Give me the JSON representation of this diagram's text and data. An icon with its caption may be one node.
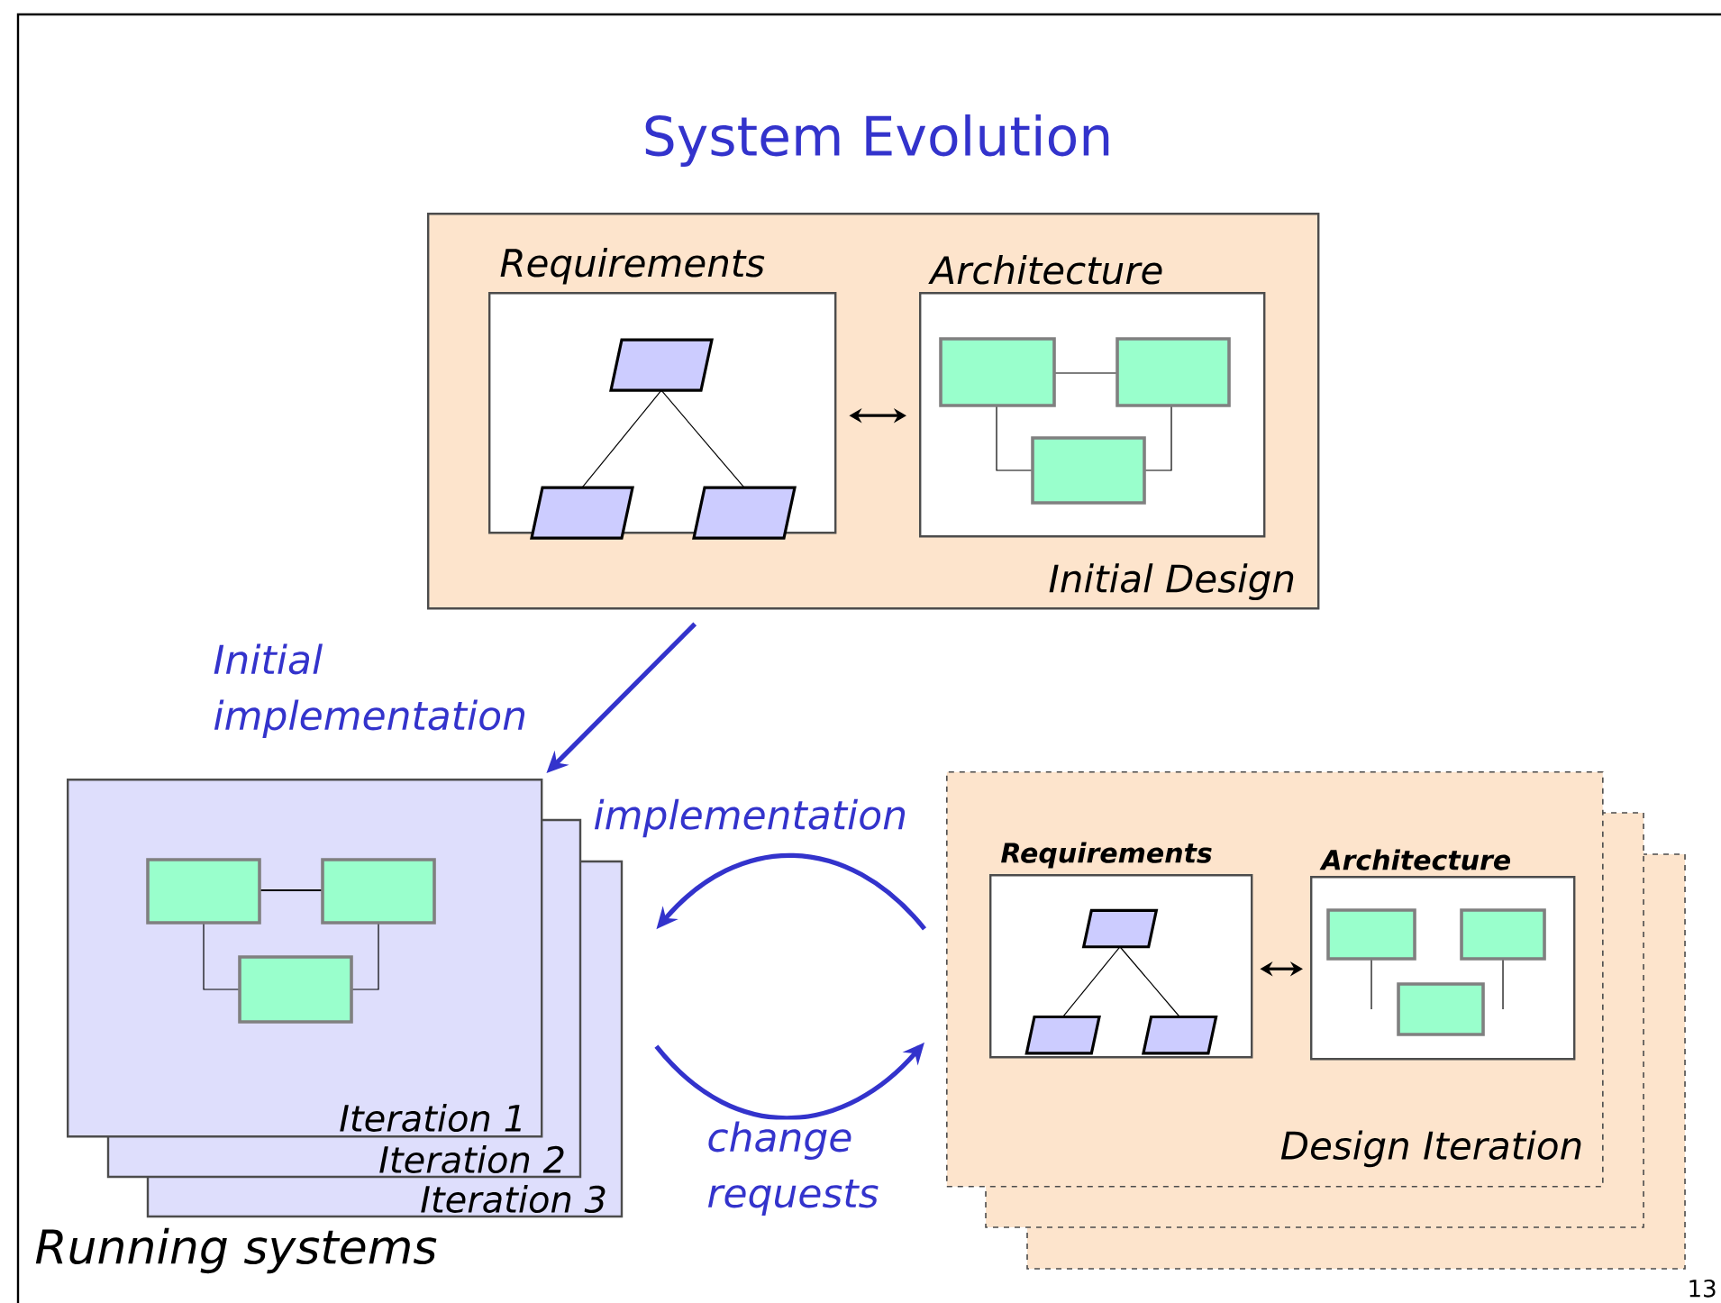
{
  "diagram": {
    "title": "System Evolution",
    "nodes": [
      {
        "text": [
          "Initial Design"
        ]
      },
      {
        "text": [
          "Requirements"
        ],
        "in": 0
      },
      {
        "text": [
          "Architecture"
        ],
        "in": 0
      },
      {
        "text": [
          "Iteration 1",
          "Iteration 2",
          "Iteration 3"
        ]
      },
      {
        "text": [
          "Design Iteration"
        ]
      },
      {
        "text": [
          "Requirements"
        ],
        "in": 4
      },
      {
        "text": [
          "Architecture"
        ],
        "in": 4
      }
    ],
    "edges": [
      {
        "from": 1,
        "to": 2,
        "arrow": "both",
        "color": "#000000"
      },
      {
        "from": 0,
        "to": 3,
        "arrow": "to",
        "label": "Initial implementation"
      },
      {
        "from": 4,
        "to": 3,
        "arrow": "to",
        "label": "implementation"
      },
      {
        "from": 3,
        "to": 4,
        "arrow": "to",
        "label": "change requests"
      },
      {
        "from": 5,
        "to": 6,
        "arrow": "both",
        "color": "#000000"
      }
    ],
    "labels": [
      "Running systems",
      "13"
    ]
  }
}
